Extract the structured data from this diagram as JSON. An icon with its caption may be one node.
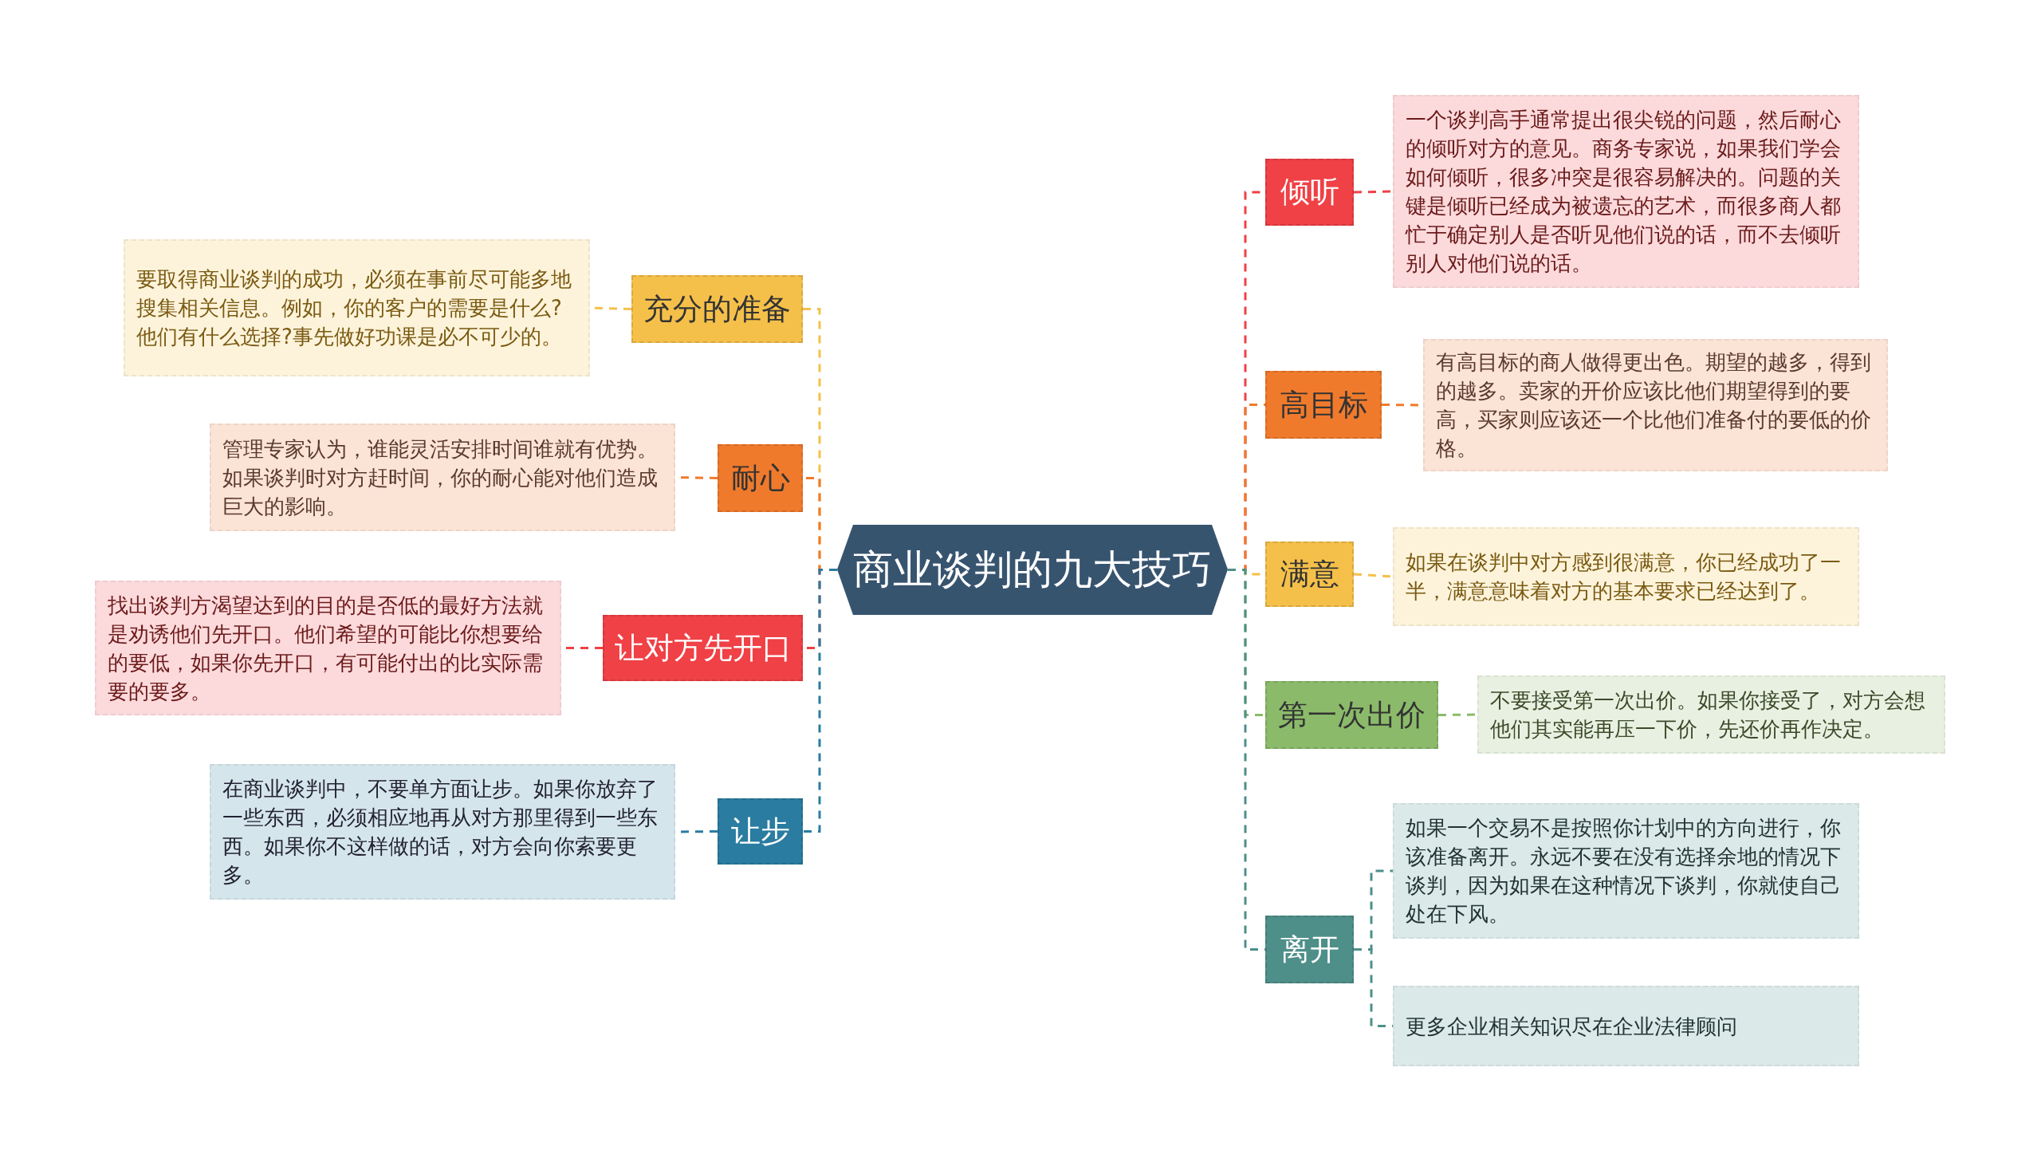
{
  "diagram": {
    "nodes": [
      {
        "text": [
          "商业谈判的九大技巧"
        ]
      },
      {
        "text": [
          "充分的准备"
        ]
      },
      {
        "text": [
          "要取得商业谈判的成功，必须在事前尽可能多地搜集相关信息。例如，你的客户的需要是什么?他们有什么选择?事先做好功课是必不可少的。"
        ]
      },
      {
        "text": [
          "耐心"
        ]
      },
      {
        "text": [
          "管理专家认为，谁能灵活安排时间谁就有优势。如果谈判时对方赶时间，你的耐心能对他们造成巨大的影响。"
        ]
      },
      {
        "text": [
          "让对方先开口"
        ]
      },
      {
        "text": [
          "找出谈判方渴望达到的目的是否低的最好方法就是劝诱他们先开口。他们希望的可能比你想要给的要低，如果你先开口，有可能付出的比实际需要的要多。"
        ]
      },
      {
        "text": [
          "让步"
        ]
      },
      {
        "text": [
          "在商业谈判中，不要单方面让步。如果你放弃了一些东西，必须相应地再从对方那里得到一些东西。如果你不这样做的话，对方会向你索要更多。"
        ]
      },
      {
        "text": [
          "倾听"
        ]
      },
      {
        "text": [
          "一个谈判高手通常提出很尖锐的问题，然后耐心的倾听对方的意见。商务专家说，如果我们学会如何倾听，很多冲突是很容易解决的。问题的关键是倾听已经成为被遗忘的艺术，而很多商人都忙于确定别人是否听见他们说的话，而不去倾听别人对他们说的话。"
        ]
      },
      {
        "text": [
          "高目标"
        ]
      },
      {
        "text": [
          "有高目标的商人做得更出色。期望的越多，得到的越多。卖家的开价应该比他们期望得到的要高，买家则应该还一个比他们准备付的要低的价格。"
        ]
      },
      {
        "text": [
          "满意"
        ]
      },
      {
        "text": [
          "如果在谈判中对方感到很满意，你已经成功了一半，满意意味着对方的基本要求已经达到了。"
        ]
      },
      {
        "text": [
          "第一次出价"
        ]
      },
      {
        "text": [
          "不要接受第一次出价。如果你接受了，对方会想他们其实能再压一下价，先还价再作决定。"
        ]
      },
      {
        "text": [
          "离开"
        ]
      },
      {
        "text": [
          "如果一个交易不是按照你计划中的方向进行，你该准备离开。永远不要在没有选择余地的情况下谈判，因为如果在这种情况下谈判，你就使自己处在下风。"
        ]
      },
      {
        "text": [
          "更多企业相关知识尽在企业法律顾问"
        ]
      }
    ],
    "edges": [
      {
        "from": 0,
        "to": 1,
        "arrow": "none",
        "style": "dashed",
        "color": "#f5c04a"
      },
      {
        "from": 0,
        "to": 3,
        "arrow": "none",
        "style": "dashed",
        "color": "#f07a2c"
      },
      {
        "from": 0,
        "to": 5,
        "arrow": "none",
        "style": "dashed",
        "color": "#ef4146"
      },
      {
        "from": 0,
        "to": 7,
        "arrow": "none",
        "style": "dashed",
        "color": "#2a7ca0"
      },
      {
        "from": 0,
        "to": 9,
        "arrow": "none",
        "style": "dashed",
        "color": "#ef4146"
      },
      {
        "from": 0,
        "to": 11,
        "arrow": "none",
        "style": "dashed",
        "color": "#f07a2c"
      },
      {
        "from": 0,
        "to": 13,
        "arrow": "none",
        "style": "dashed",
        "color": "#f5c04a"
      },
      {
        "from": 0,
        "to": 15,
        "arrow": "none",
        "style": "dashed",
        "color": "#8bbb6a"
      },
      {
        "from": 0,
        "to": 17,
        "arrow": "none",
        "style": "dashed",
        "color": "#4e8f8a"
      },
      {
        "from": 1,
        "to": 2,
        "arrow": "none",
        "style": "dashed",
        "color": "#f5c04a"
      },
      {
        "from": 3,
        "to": 4,
        "arrow": "none",
        "style": "dashed",
        "color": "#f07a2c"
      },
      {
        "from": 5,
        "to": 6,
        "arrow": "none",
        "style": "dashed",
        "color": "#ef4146"
      },
      {
        "from": 7,
        "to": 8,
        "arrow": "none",
        "style": "dashed",
        "color": "#2a7ca0"
      },
      {
        "from": 9,
        "to": 10,
        "arrow": "none",
        "style": "dashed",
        "color": "#ef4146"
      },
      {
        "from": 11,
        "to": 12,
        "arrow": "none",
        "style": "dashed",
        "color": "#f07a2c"
      },
      {
        "from": 13,
        "to": 14,
        "arrow": "none",
        "style": "dashed",
        "color": "#f5c04a"
      },
      {
        "from": 15,
        "to": 16,
        "arrow": "none",
        "style": "dashed",
        "color": "#8bbb6a"
      },
      {
        "from": 17,
        "to": 18,
        "arrow": "none",
        "style": "dashed",
        "color": "#4e8f8a"
      },
      {
        "from": 17,
        "to": 19,
        "arrow": "none",
        "style": "dashed",
        "color": "#4e8f8a"
      }
    ]
  }
}
